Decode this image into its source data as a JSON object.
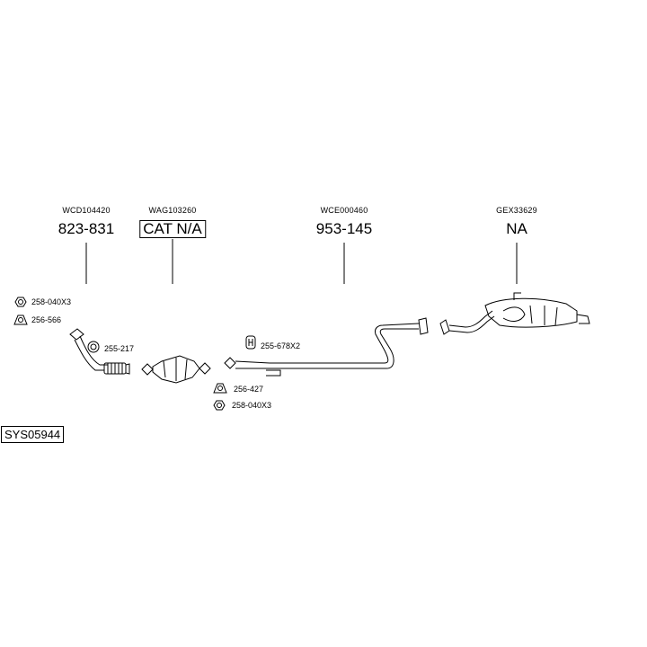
{
  "system_id": "SYS05944",
  "sections": [
    {
      "code": "WCD104420",
      "part": "823-831",
      "boxed": false
    },
    {
      "code": "WAG103260",
      "part": "CAT N/A",
      "boxed": true
    },
    {
      "code": "WCE000460",
      "part": "953-145",
      "boxed": false
    },
    {
      "code": "GEX33629",
      "part": "NA",
      "boxed": false
    }
  ],
  "fittings": {
    "nut_front": "258-040X3",
    "gasket_front": "256-566",
    "clamp_front": "255-217",
    "hanger_mid": "255-678X2",
    "gasket_mid": "256-427",
    "nut_mid": "258-040X3"
  }
}
